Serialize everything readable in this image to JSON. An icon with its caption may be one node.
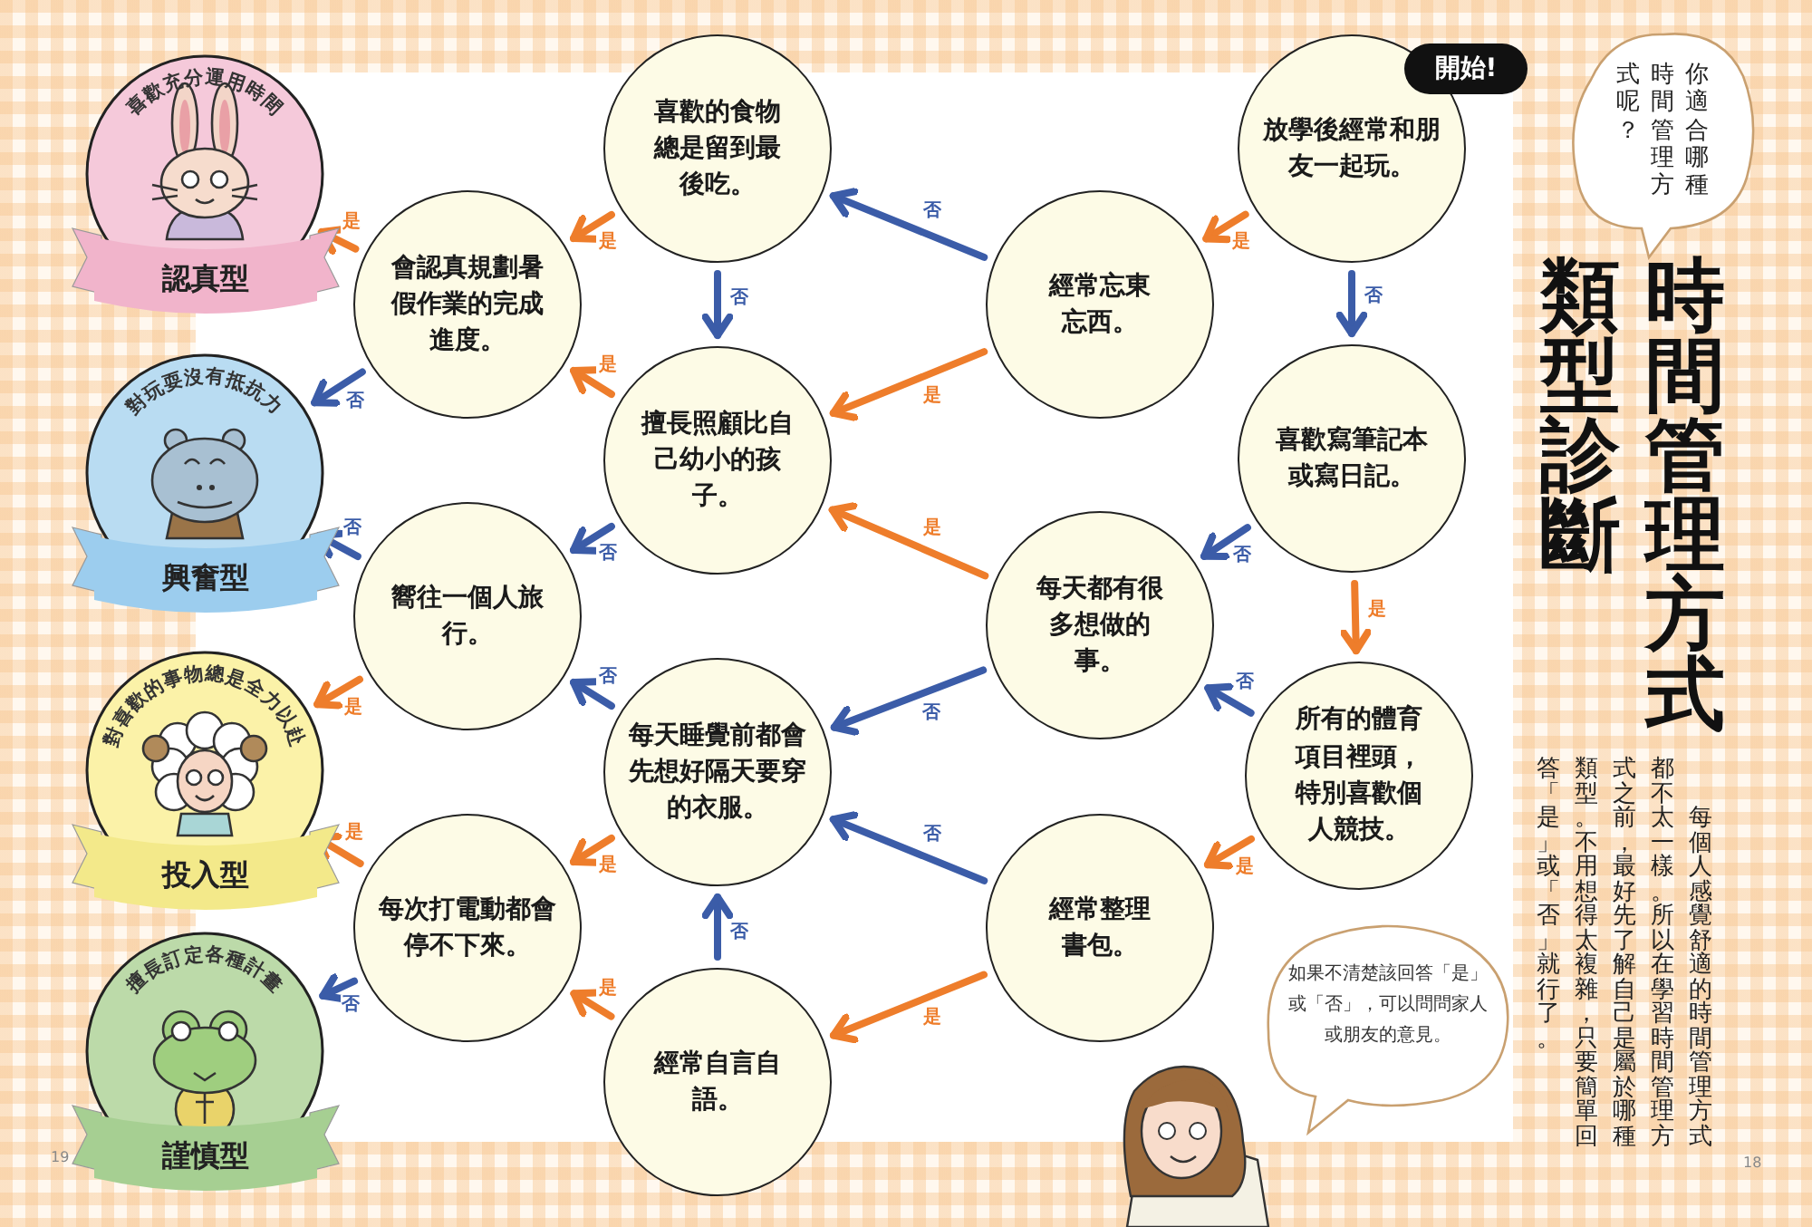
{
  "diagram": {
    "title": "時間管理方式類型診斷",
    "nodes": [
      {
        "text": [
          "喜歡充分運用時間",
          "認真型"
        ]
      },
      {
        "text": [
          "對玩耍沒有抵抗力",
          "興奮型"
        ]
      },
      {
        "text": [
          "對喜歡的事物總是全力以赴",
          "投入型"
        ]
      },
      {
        "text": [
          "擅長訂定各種計畫",
          "謹慎型"
        ]
      },
      {
        "text": [
          "會認真規劃暑假作業的完成進度。"
        ]
      },
      {
        "text": [
          "嚮往一個人旅行。"
        ]
      },
      {
        "text": [
          "每次打電動都會停不下來。"
        ]
      },
      {
        "text": [
          "喜歡的食物總是留到最後吃。"
        ]
      },
      {
        "text": [
          "擅長照顧比自己幼小的孩子。"
        ]
      },
      {
        "text": [
          "每天睡覺前都會先想好隔天要穿的衣服。"
        ]
      },
      {
        "text": [
          "經常自言自語。"
        ]
      },
      {
        "text": [
          "經常忘東忘西。"
        ]
      },
      {
        "text": [
          "每天都有很多想做的事。"
        ]
      },
      {
        "text": [
          "經常整理書包。"
        ]
      },
      {
        "text": [
          "開始!"
        ]
      },
      {
        "text": [
          "放學後經常和朋友一起玩。"
        ]
      },
      {
        "text": [
          "喜歡寫筆記本或寫日記。"
        ]
      },
      {
        "text": [
          "所有的體育項目裡頭，特別喜歡個人競技。"
        ]
      },
      {
        "text": [
          "你適合哪種時間管理方式呢？"
        ]
      },
      {
        "text": [
          "如果不清楚該回答「是」或「否」，可以問問家人或朋友的意見。"
        ]
      }
    ],
    "edges": [
      {
        "from": 15,
        "to": 11,
        "arrow": "to",
        "label": "是",
        "color": "#ee7d2b"
      },
      {
        "from": 15,
        "to": 16,
        "arrow": "to",
        "label": "否",
        "color": "#3b5ca8"
      },
      {
        "from": 16,
        "to": 12,
        "arrow": "to",
        "label": "否",
        "color": "#3b5ca8"
      },
      {
        "from": 16,
        "to": 17,
        "arrow": "to",
        "label": "是",
        "color": "#ee7d2b"
      },
      {
        "from": 17,
        "to": 12,
        "arrow": "to",
        "label": "否",
        "color": "#3b5ca8"
      },
      {
        "from": 17,
        "to": 13,
        "arrow": "to",
        "label": "是",
        "color": "#ee7d2b"
      },
      {
        "from": 11,
        "to": 7,
        "arrow": "to",
        "label": "否",
        "color": "#3b5ca8"
      },
      {
        "from": 11,
        "to": 8,
        "arrow": "to",
        "label": "是",
        "color": "#ee7d2b"
      },
      {
        "from": 12,
        "to": 8,
        "arrow": "to",
        "label": "是",
        "color": "#ee7d2b"
      },
      {
        "from": 12,
        "to": 9,
        "arrow": "to",
        "label": "否",
        "color": "#3b5ca8"
      },
      {
        "from": 13,
        "to": 9,
        "arrow": "to",
        "label": "否",
        "color": "#3b5ca8"
      },
      {
        "from": 13,
        "to": 10,
        "arrow": "to",
        "label": "是",
        "color": "#ee7d2b"
      },
      {
        "from": 7,
        "to": 4,
        "arrow": "to",
        "label": "是",
        "color": "#ee7d2b"
      },
      {
        "from": 7,
        "to": 8,
        "arrow": "to",
        "label": "否",
        "color": "#3b5ca8"
      },
      {
        "from": 8,
        "to": 4,
        "arrow": "to",
        "label": "是",
        "color": "#ee7d2b"
      },
      {
        "from": 8,
        "to": 5,
        "arrow": "to",
        "label": "否",
        "color": "#3b5ca8"
      },
      {
        "from": 9,
        "to": 5,
        "arrow": "to",
        "label": "否",
        "color": "#3b5ca8"
      },
      {
        "from": 9,
        "to": 6,
        "arrow": "to",
        "label": "是",
        "color": "#ee7d2b"
      },
      {
        "from": 10,
        "to": 9,
        "arrow": "to",
        "label": "否",
        "color": "#3b5ca8"
      },
      {
        "from": 10,
        "to": 6,
        "arrow": "to",
        "label": "是",
        "color": "#ee7d2b"
      },
      {
        "from": 4,
        "to": 0,
        "arrow": "to",
        "label": "是",
        "color": "#ee7d2b"
      },
      {
        "from": 4,
        "to": 1,
        "arrow": "to",
        "label": "否",
        "color": "#3b5ca8"
      },
      {
        "from": 5,
        "to": 1,
        "arrow": "to",
        "label": "否",
        "color": "#3b5ca8"
      },
      {
        "from": 5,
        "to": 2,
        "arrow": "to",
        "label": "是",
        "color": "#ee7d2b"
      },
      {
        "from": 6,
        "to": 2,
        "arrow": "to",
        "label": "是",
        "color": "#ee7d2b"
      },
      {
        "from": 6,
        "to": 3,
        "arrow": "to",
        "label": "否",
        "color": "#3b5ca8"
      }
    ],
    "labels": [
      "每個人感覺舒適的時間管理方式都不太一樣。所以在學習時間管理方式之前，最好先了解自己是屬於哪種類型。不用想得太複雜，只要簡單回答「是」或「否」就行了。",
      "19",
      "18"
    ]
  }
}
